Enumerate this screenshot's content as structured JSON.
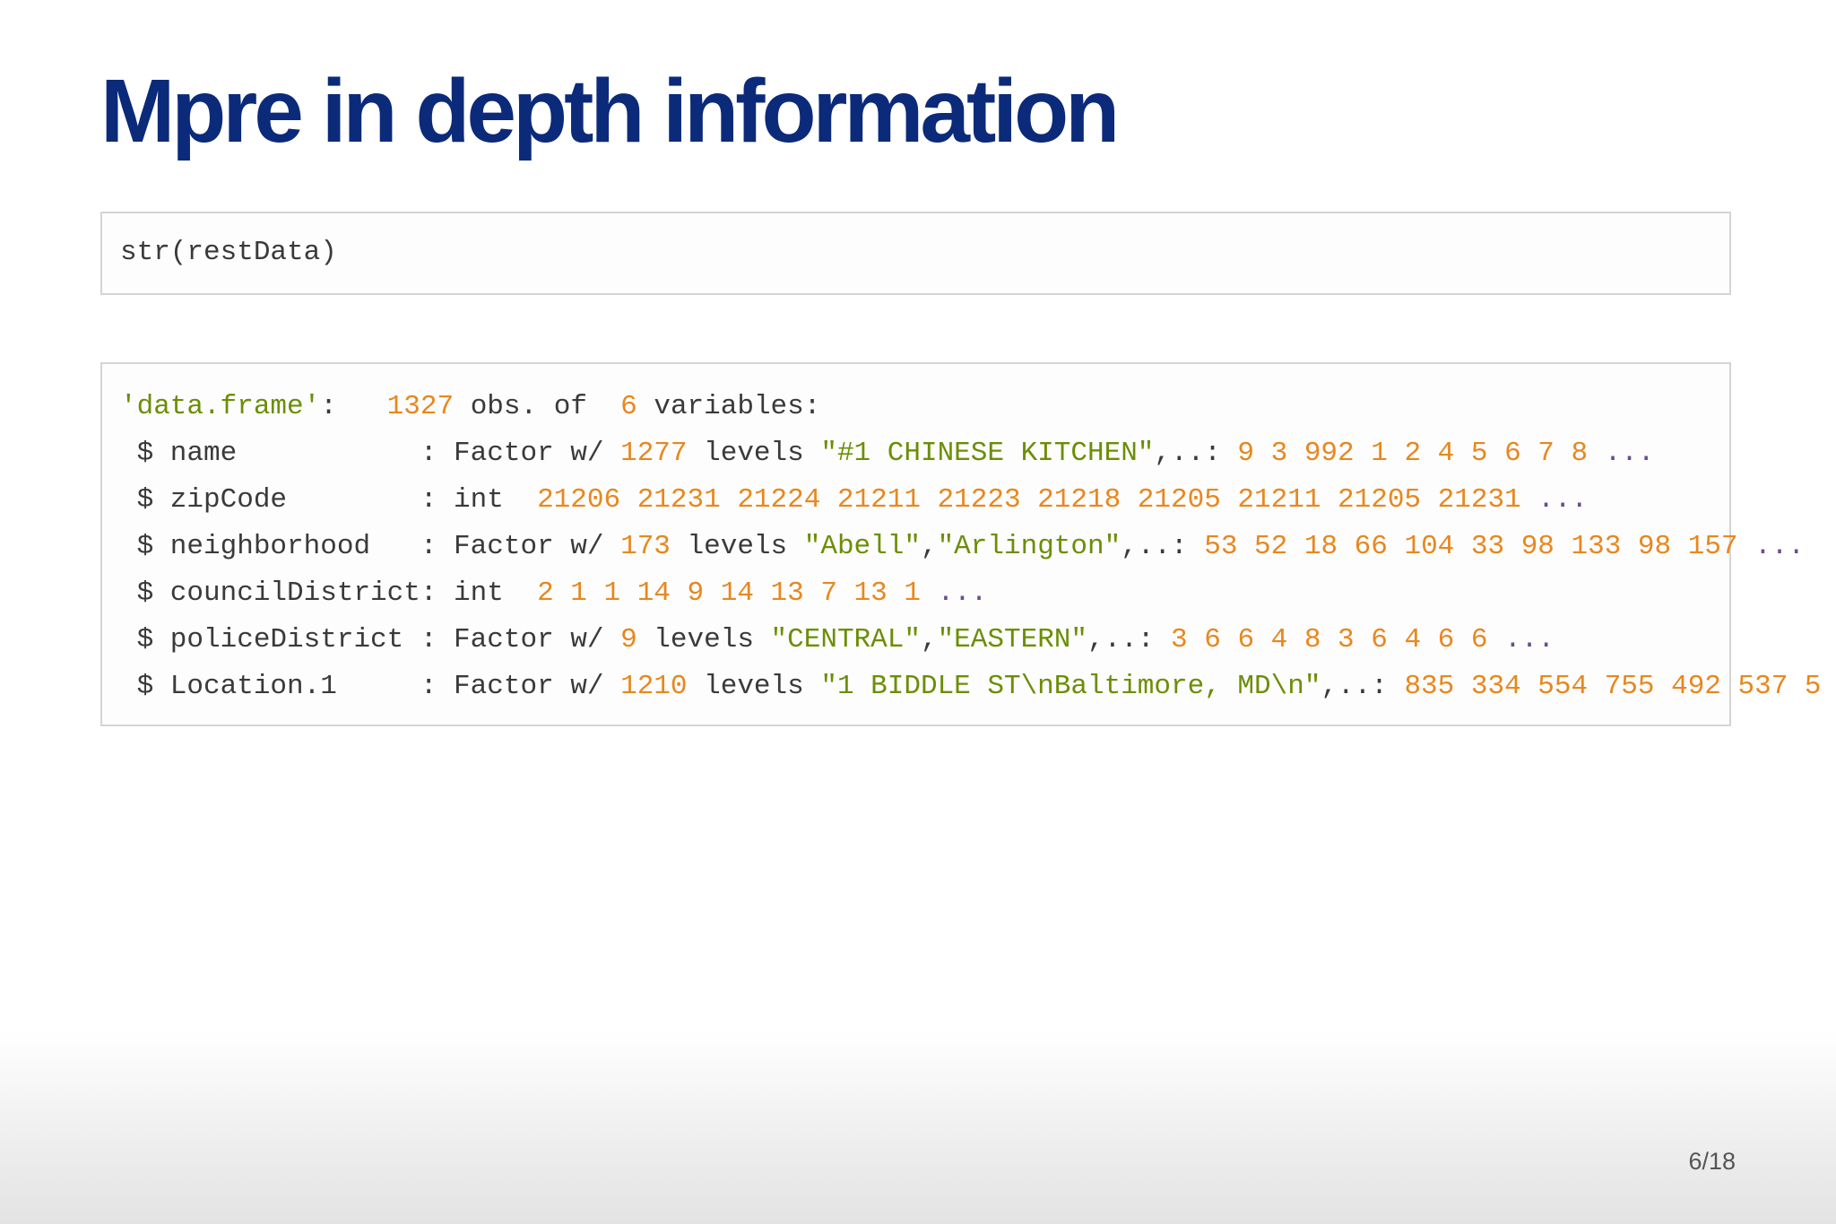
{
  "slide": {
    "title": "Mpre in depth information",
    "page_number": "6/18"
  },
  "code_input": {
    "text": "str(restData)"
  },
  "code_output": {
    "lines": [
      [
        {
          "t": "'data.frame'",
          "k": "str"
        },
        {
          "t": ":   ",
          "k": "pl"
        },
        {
          "t": "1327",
          "k": "num"
        },
        {
          "t": " obs. of  ",
          "k": "pl"
        },
        {
          "t": "6",
          "k": "num"
        },
        {
          "t": " variables:",
          "k": "pl"
        }
      ],
      [
        {
          "t": " $ name           : Factor w/ ",
          "k": "pl"
        },
        {
          "t": "1277",
          "k": "num"
        },
        {
          "t": " levels ",
          "k": "pl"
        },
        {
          "t": "\"#1 CHINESE KITCHEN\"",
          "k": "str"
        },
        {
          "t": ",..: ",
          "k": "pl"
        },
        {
          "t": "9 3 992 1 2 4 5 6 7 8",
          "k": "num"
        },
        {
          "t": " ",
          "k": "pl"
        },
        {
          "t": "...",
          "k": "ell"
        }
      ],
      [
        {
          "t": " $ zipCode        : int  ",
          "k": "pl"
        },
        {
          "t": "21206 21231 21224 21211 21223 21218 21205 21211 21205 21231",
          "k": "num"
        },
        {
          "t": " ",
          "k": "pl"
        },
        {
          "t": "...",
          "k": "ell"
        }
      ],
      [
        {
          "t": " $ neighborhood   : Factor w/ ",
          "k": "pl"
        },
        {
          "t": "173",
          "k": "num"
        },
        {
          "t": " levels ",
          "k": "pl"
        },
        {
          "t": "\"Abell\"",
          "k": "str"
        },
        {
          "t": ",",
          "k": "pl"
        },
        {
          "t": "\"Arlington\"",
          "k": "str"
        },
        {
          "t": ",..: ",
          "k": "pl"
        },
        {
          "t": "53 52 18 66 104 33 98 133 98 157",
          "k": "num"
        },
        {
          "t": " ",
          "k": "pl"
        },
        {
          "t": "...",
          "k": "ell"
        }
      ],
      [
        {
          "t": " $ councilDistrict: int  ",
          "k": "pl"
        },
        {
          "t": "2 1 1 14 9 14 13 7 13 1",
          "k": "num"
        },
        {
          "t": " ",
          "k": "pl"
        },
        {
          "t": "...",
          "k": "ell"
        }
      ],
      [
        {
          "t": " $ policeDistrict : Factor w/ ",
          "k": "pl"
        },
        {
          "t": "9",
          "k": "num"
        },
        {
          "t": " levels ",
          "k": "pl"
        },
        {
          "t": "\"CENTRAL\"",
          "k": "str"
        },
        {
          "t": ",",
          "k": "pl"
        },
        {
          "t": "\"EASTERN\"",
          "k": "str"
        },
        {
          "t": ",..: ",
          "k": "pl"
        },
        {
          "t": "3 6 6 4 8 3 6 4 6 6",
          "k": "num"
        },
        {
          "t": " ",
          "k": "pl"
        },
        {
          "t": "...",
          "k": "ell"
        }
      ],
      [
        {
          "t": " $ Location.1     : Factor w/ ",
          "k": "pl"
        },
        {
          "t": "1210",
          "k": "num"
        },
        {
          "t": " levels ",
          "k": "pl"
        },
        {
          "t": "\"1 BIDDLE ST\\nBaltimore, MD\\n\"",
          "k": "str"
        },
        {
          "t": ",..: ",
          "k": "pl"
        },
        {
          "t": "835 334 554 755 492 537 5",
          "k": "num"
        }
      ]
    ]
  },
  "colors": {
    "title": "#0b2a7a",
    "string": "#6b8e05",
    "number": "#e8871e",
    "ellipsis": "#6a4d8c",
    "plain": "#3a3a3a"
  }
}
